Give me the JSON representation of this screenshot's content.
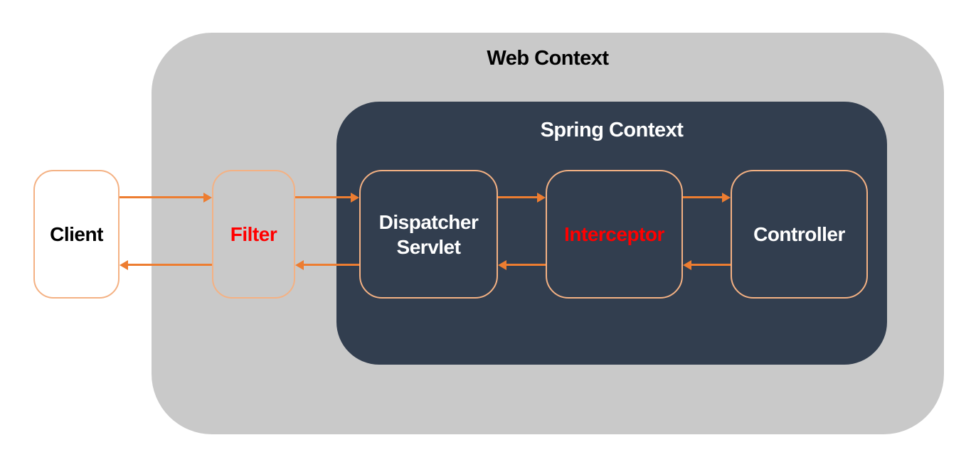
{
  "containers": {
    "web_context": {
      "label": "Web Context"
    },
    "spring_context": {
      "label": "Spring Context"
    }
  },
  "nodes": {
    "client": {
      "label": "Client"
    },
    "filter": {
      "label": "Filter"
    },
    "dispatcher_servlet": {
      "label": "Dispatcher Servlet"
    },
    "interceptor": {
      "label": "Interceptor"
    },
    "controller": {
      "label": "Controller"
    }
  },
  "edges": [
    {
      "from": "client",
      "to": "filter",
      "direction": "right"
    },
    {
      "from": "filter",
      "to": "dispatcher_servlet",
      "direction": "right"
    },
    {
      "from": "dispatcher_servlet",
      "to": "interceptor",
      "direction": "right"
    },
    {
      "from": "interceptor",
      "to": "controller",
      "direction": "right"
    },
    {
      "from": "controller",
      "to": "interceptor",
      "direction": "left"
    },
    {
      "from": "interceptor",
      "to": "dispatcher_servlet",
      "direction": "left"
    },
    {
      "from": "dispatcher_servlet",
      "to": "filter",
      "direction": "left"
    },
    {
      "from": "filter",
      "to": "client",
      "direction": "left"
    }
  ],
  "colors": {
    "canvas_bg": "#FFFFFF",
    "web_context_bg": "#C9C9C9",
    "spring_context_bg": "#323E4F",
    "node_border": "#F4B183",
    "arrow": "#ED7D31",
    "highlight_text": "#FF0000",
    "title_web_text": "#000000",
    "title_spring_text": "#FFFFFF",
    "client_text": "#000000",
    "node_text_light": "#FFFFFF"
  }
}
